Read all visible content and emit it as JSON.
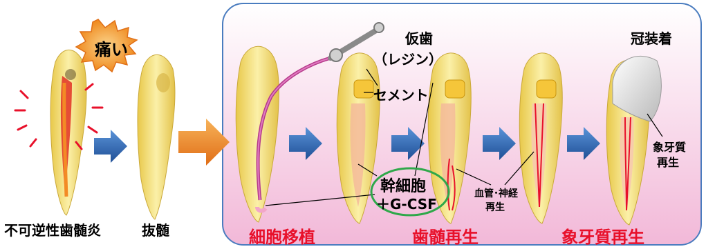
{
  "burst": {
    "text": "痛い"
  },
  "labels": {
    "irreversible_pulpitis": "不可逆性歯髄炎",
    "pulpectomy": "抜髄",
    "temporary_tooth": "仮歯",
    "resin": "（レジン）",
    "cement": "セメント",
    "crown_fitting": "冠装着",
    "stem_cell_line1": "幹細胞",
    "stem_cell_line2": "＋G-CSF",
    "vessel_nerve_line1": "血管･神経",
    "vessel_nerve_line2": "再生",
    "dentin_regen_line1": "象牙質",
    "dentin_regen_line2": "再生"
  },
  "steps": {
    "cell_transplant": "細胞移植",
    "pulp_regeneration": "歯髄再生",
    "dentin_regeneration": "象牙質再生"
  },
  "colors": {
    "panel_top": "#ffffff",
    "panel_bottom": "#f2b8d8",
    "panel_border": "#4a7cbf",
    "arrow_blue": "#2f6bbd",
    "arrow_orange": "#ef8a2a",
    "burst_orange": "#f5a03a",
    "step_red": "#e8102a",
    "tooth_yellow": "#f4e27a",
    "pulp_red": "#e23b2a",
    "circle_green": "#2fa84a"
  }
}
